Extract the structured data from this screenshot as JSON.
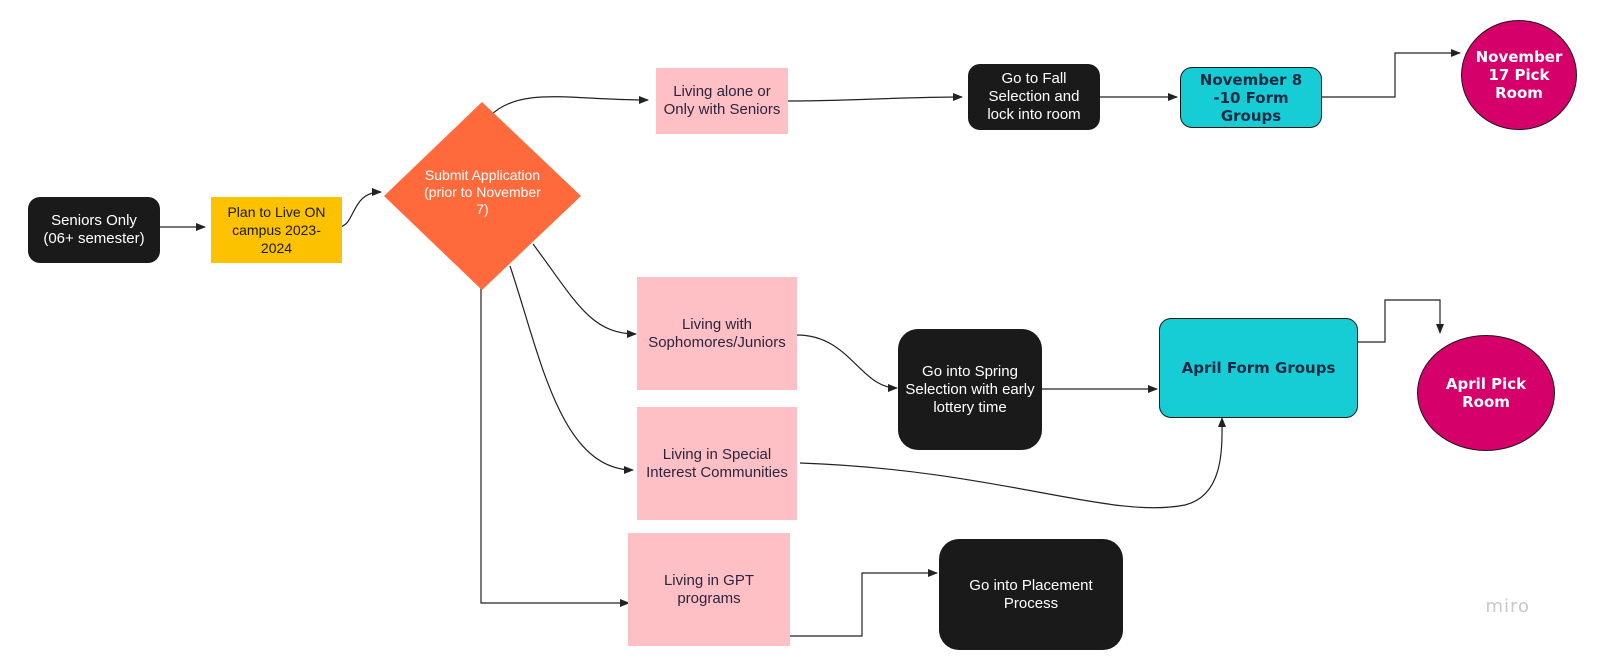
{
  "nodes": {
    "seniors_only": "Seniors Only (06+ semester)",
    "plan_to_live": "Plan to Live ON campus 2023-2024",
    "submit_application": "Submit Application (prior to November 7)",
    "living_alone": "Living alone or Only with Seniors",
    "fall_selection": "Go to Fall Selection and lock into room",
    "nov_form_groups": "November 8 -10 Form Groups",
    "nov_pick_room": "November 17 Pick Room",
    "living_soph_jr": "Living with Sophomores/Juniors",
    "spring_selection": "Go into Spring Selection with early lottery time",
    "april_form_groups": "April Form Groups",
    "april_pick_room": "April Pick Room",
    "living_special": "Living in Special Interest Communities",
    "living_gpt": "Living in GPT programs",
    "placement_process": "Go into Placement Process"
  },
  "watermark": "miro",
  "colors": {
    "dark": "#1a1a1a",
    "yellow": "#fcc200",
    "orange": "#ff6a3d",
    "pink": "#ffc0c5",
    "teal": "#16cdd6",
    "magenta": "#d6006b"
  }
}
